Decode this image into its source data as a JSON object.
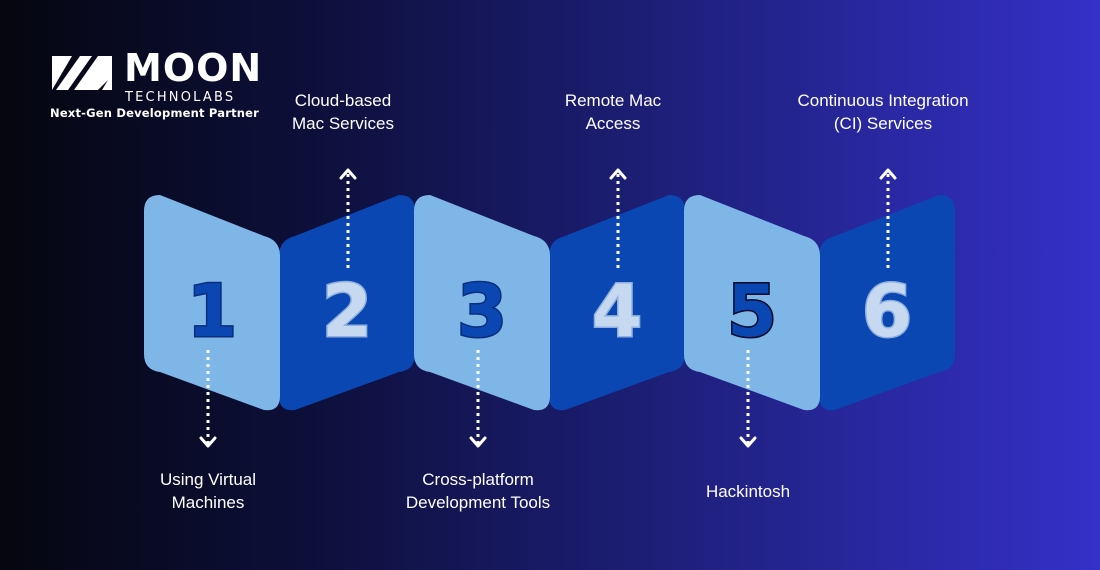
{
  "brand": {
    "name": "MOON",
    "sub": "TECHNOLABS",
    "tagline": "Next-Gen Development Partner",
    "logo_icon": "moon-technolabs-m-mark"
  },
  "colors": {
    "light_block": "#7fb6e8",
    "dark_block": "#0a47b3",
    "background_start": "#05060f",
    "background_end": "#3530c8"
  },
  "steps": [
    {
      "number": "1",
      "label_lines": [
        "Using Virtual",
        "Machines"
      ],
      "position": "below",
      "shade": "light"
    },
    {
      "number": "2",
      "label_lines": [
        "Cloud-based",
        "Mac Services"
      ],
      "position": "above",
      "shade": "dark"
    },
    {
      "number": "3",
      "label_lines": [
        "Cross-platform",
        "Development Tools"
      ],
      "position": "below",
      "shade": "light"
    },
    {
      "number": "4",
      "label_lines": [
        "Remote Mac",
        "Access"
      ],
      "position": "above",
      "shade": "dark"
    },
    {
      "number": "5",
      "label_lines": [
        "Hackintosh"
      ],
      "position": "below",
      "shade": "light"
    },
    {
      "number": "6",
      "label_lines": [
        "Continuous Integration",
        "(CI) Services"
      ],
      "position": "above",
      "shade": "dark"
    }
  ]
}
